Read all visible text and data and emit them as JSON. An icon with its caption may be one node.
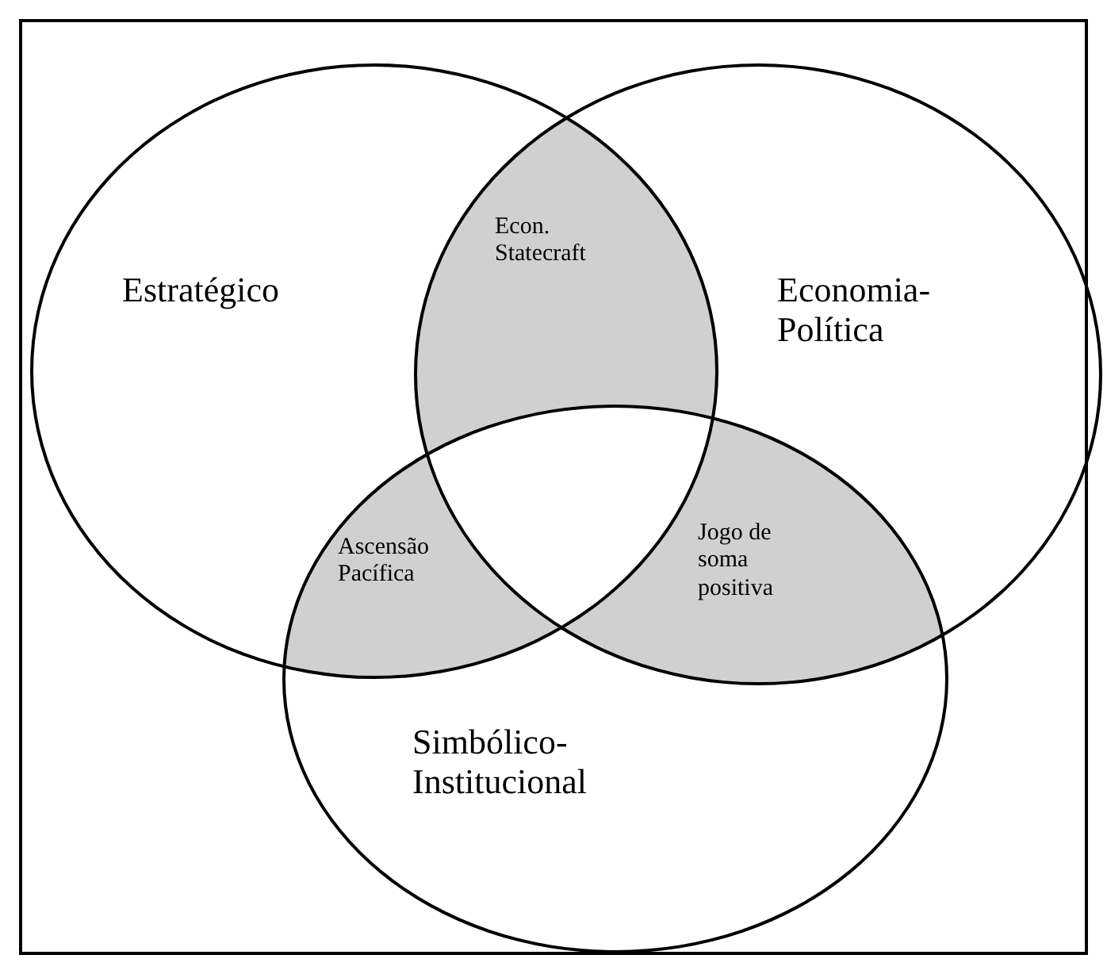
{
  "diagram": {
    "nodes": [
      {
        "text": [
          "Estratégico"
        ]
      },
      {
        "text": [
          "Economia-Política"
        ]
      },
      {
        "text": [
          "Simbólico-Institucional"
        ]
      },
      {
        "text": [
          "Econ. Statecraft"
        ]
      },
      {
        "text": [
          "Ascensão Pacífica"
        ]
      },
      {
        "text": [
          "Jogo de soma positiva"
        ]
      }
    ]
  }
}
